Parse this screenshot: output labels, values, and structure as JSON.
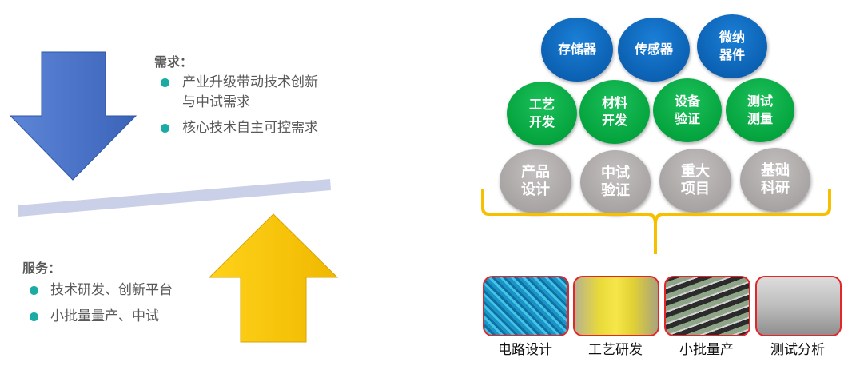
{
  "demand": {
    "title": "需求：",
    "items": [
      "产业升级带动技术创新",
      "与中试需求",
      "核心技术自主可控需求"
    ]
  },
  "service": {
    "title": "服务：",
    "items": [
      "技术研发、创新平台",
      "小批量量产、中试"
    ]
  },
  "top_row": [
    "存储器",
    "传感器",
    "微纳器件"
  ],
  "mid_row": [
    "工艺开发",
    "材料开发",
    "设备验证",
    "测试测量"
  ],
  "bottom_row": [
    "产品设计",
    "中试验证",
    "重大项目",
    "基础科研"
  ],
  "photos": [
    "电路设计",
    "工艺研发",
    "小批量产",
    "测试分析"
  ],
  "colors": {
    "blue": "#0b5fb0",
    "green": "#03a23d",
    "gray": "#a6a2a2",
    "yellow": "#f5c000",
    "arrow_blue": "#4a74c9",
    "bullet": "#1aaba5"
  }
}
